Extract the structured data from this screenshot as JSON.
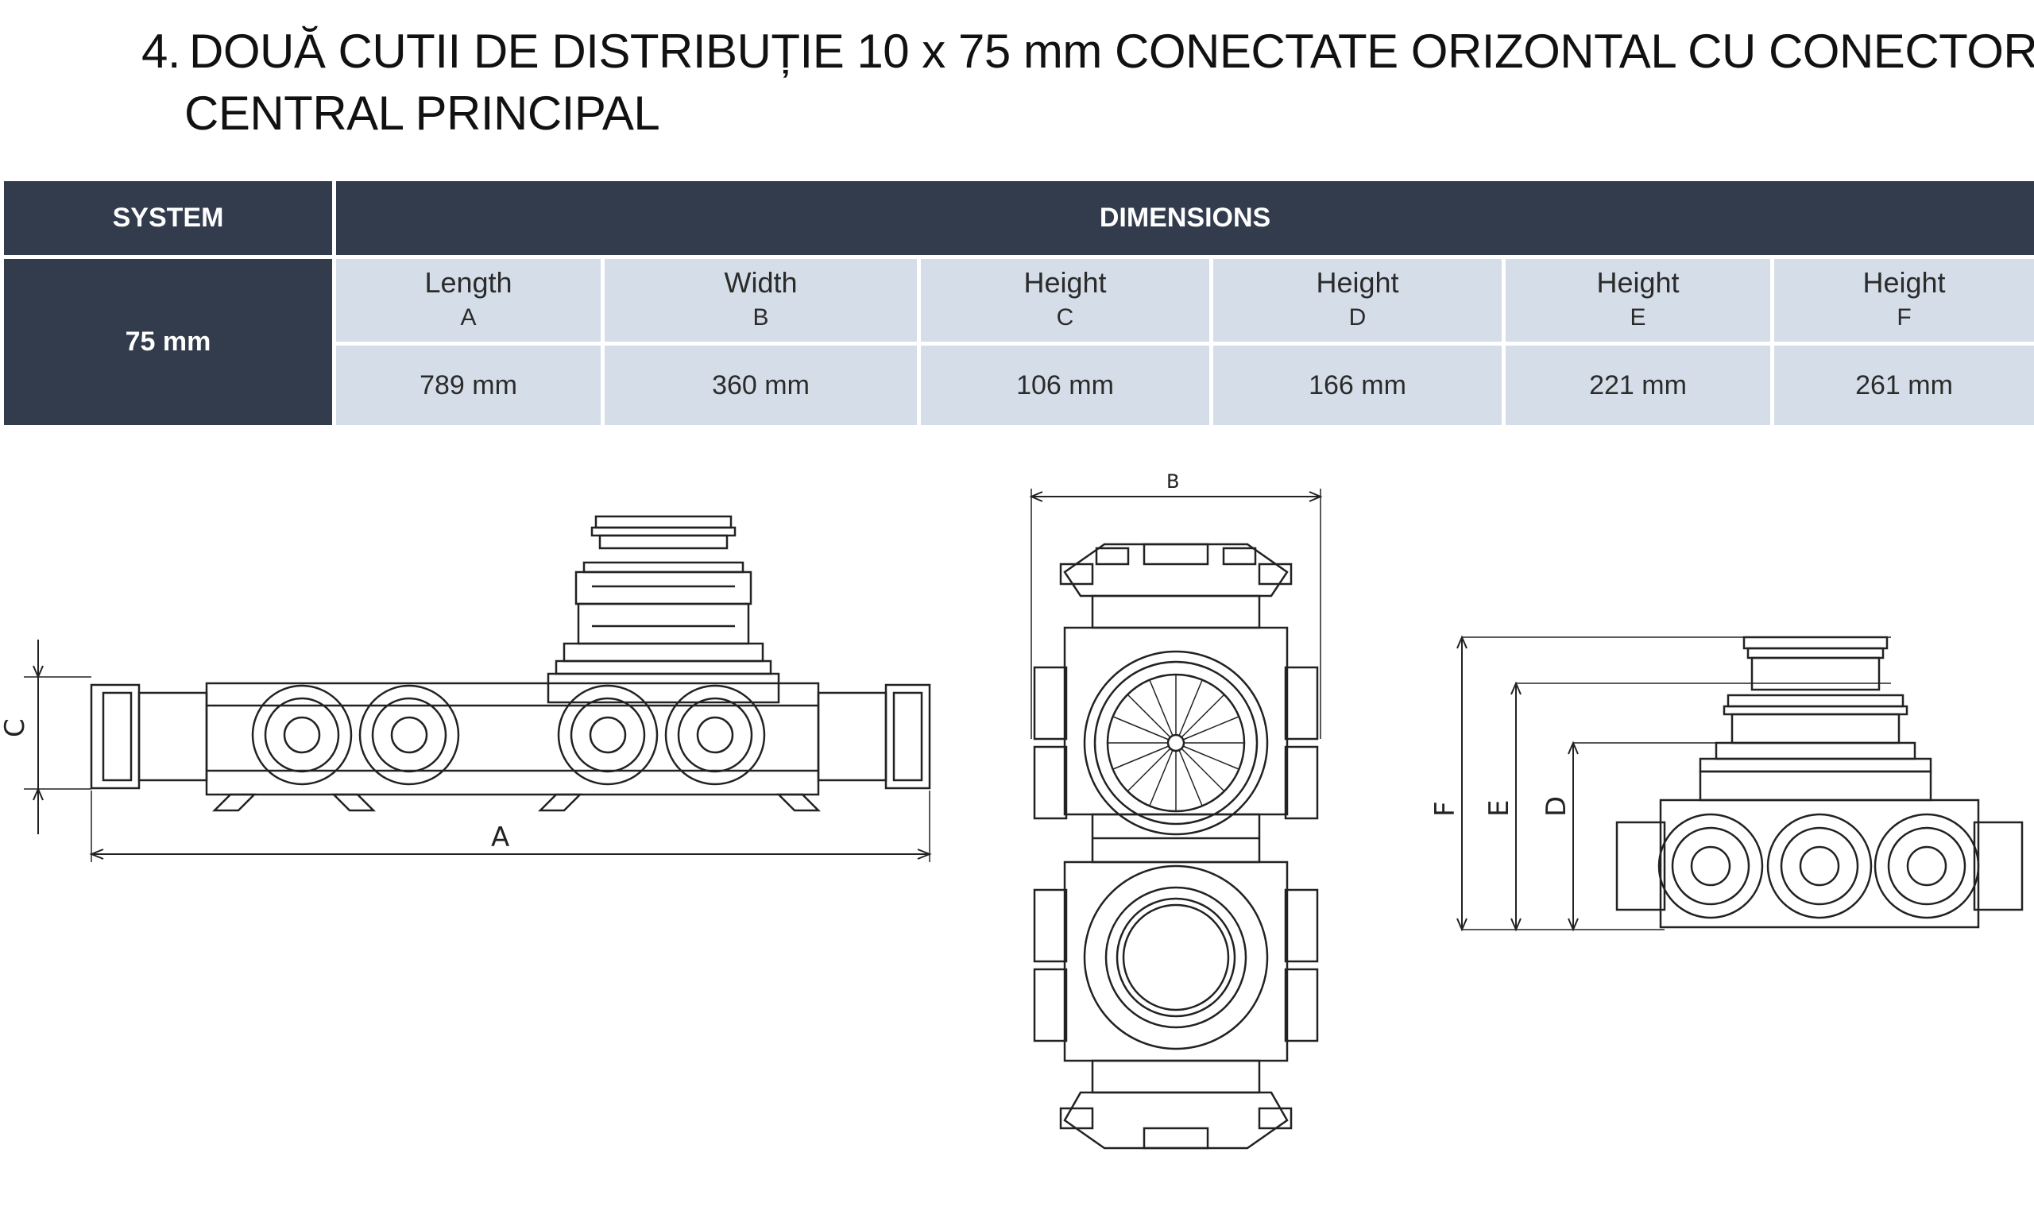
{
  "title": {
    "number": "4.",
    "line1": "DOUĂ CUTII DE DISTRIBUȚIE 10 x 75 mm CONECTATE ORIZONTAL CU CONECTOR",
    "line2": "CENTRAL PRINCIPAL"
  },
  "table": {
    "system_header": "SYSTEM",
    "dimensions_header": "DIMENSIONS",
    "system_value": "75 mm",
    "columns": [
      {
        "name": "Length",
        "letter": "A",
        "value": "789 mm"
      },
      {
        "name": "Width",
        "letter": "B",
        "value": "360 mm"
      },
      {
        "name": "Height",
        "letter": "C",
        "value": "106 mm"
      },
      {
        "name": "Height",
        "letter": "D",
        "value": "166 mm"
      },
      {
        "name": "Height",
        "letter": "E",
        "value": "221 mm"
      },
      {
        "name": "Height",
        "letter": "F",
        "value": "261 mm"
      }
    ]
  },
  "drawings": {
    "front": {
      "dim_a": "A",
      "dim_c": "C"
    },
    "top": {
      "dim_b": "B"
    },
    "side": {
      "dim_d": "D",
      "dim_e": "E",
      "dim_f": "F"
    }
  },
  "colors": {
    "header_bg": "#323c4d",
    "cell_bg": "#d5dee8",
    "line": "#222222"
  }
}
